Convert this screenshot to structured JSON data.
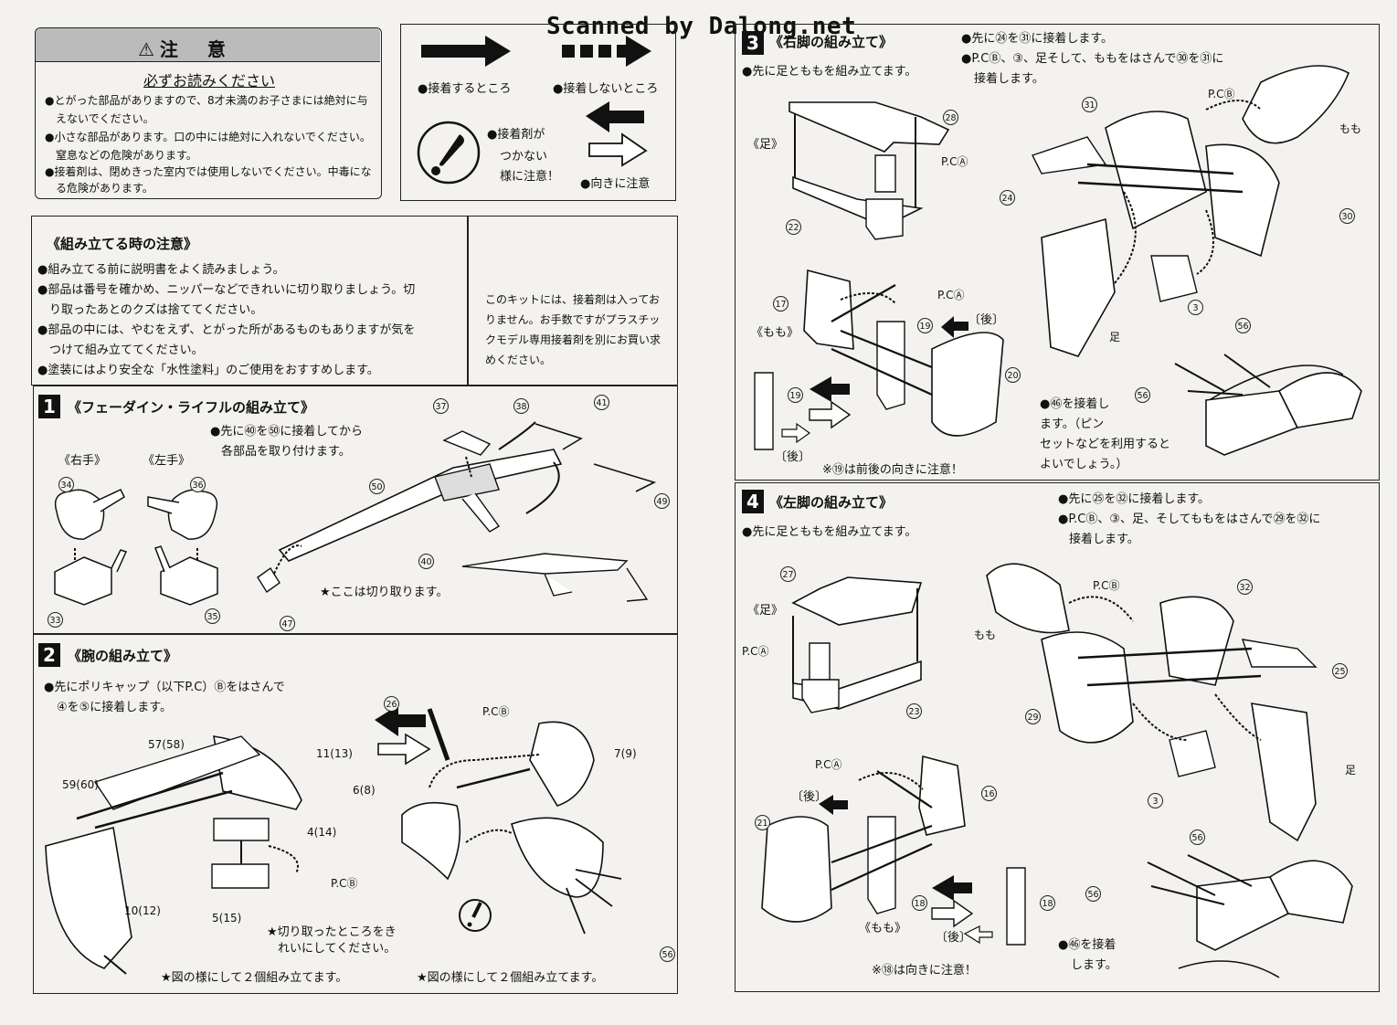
{
  "watermark": "Scanned by Dalong.net",
  "caution": {
    "title": "⚠注　意",
    "subtitle": "必ずお読みください",
    "items": [
      "●とがった部品がありますので、8才未満のお子さまには絶対に与",
      "　えないでください。",
      "●小さな部品があります。口の中には絶対に入れないでください。",
      "　窒息などの危険があります。",
      "●接着剤は、閉めきった室内では使用しないでください。中毒にな",
      "　る危険があります。"
    ]
  },
  "legend": {
    "glue": "●接着するところ",
    "no_glue": "●接着しないところ",
    "warn_lines": [
      "●接着剤が",
      "つかない",
      "様に注意！"
    ],
    "direction": "●向きに注意"
  },
  "notes": {
    "title": "《組み立てる時の注意》",
    "items": [
      "●組み立てる前に説明書をよく読みましょう。",
      "●部品は番号を確かめ、ニッパーなどできれいに切り取りましょう。切",
      "　り取ったあとのクズは捨ててください。",
      "●部品の中には、やむをえず、とがった所があるものもありますが気を",
      "　つけて組み立ててください。",
      "●塗装にはより安全な「水性塗料」のご使用をおすすめします。"
    ],
    "side": [
      "このキットには、接着剤は入ってお",
      "りません。お手数ですがプラスチッ",
      "クモデル専用接着剤を別にお買い求",
      "めください。"
    ]
  },
  "step1": {
    "num": "1",
    "title": "《フェーダイン・ライフルの組み立て》",
    "text": [
      "●先に㊵を㊿に接着してから",
      "各部品を取り付けます。"
    ],
    "right_hand": "《右手》",
    "left_hand": "《左手》",
    "cut_note": "★ここは切り取ります。",
    "parts": [
      "37",
      "38",
      "41",
      "50",
      "49",
      "40",
      "47",
      "34",
      "36",
      "33",
      "35"
    ]
  },
  "step2": {
    "num": "2",
    "title": "《腕の組み立て》",
    "text": [
      "●先にポリキャップ（以下P.C）Ⓑをはさんで",
      "④を⑤に接着します。"
    ],
    "cut_note": [
      "★切り取ったところをき",
      "れいにしてください。"
    ],
    "make_two_a": "★図の様にして２個組み立てます。",
    "make_two_b": "★図の様にして２個組み立てます。",
    "pc_b": "P.CⒷ",
    "labels": [
      "57(58)",
      "59(60)",
      "11(13)",
      "4(14)",
      "5(15)",
      "10(12)",
      "6(8)",
      "7(9)",
      "26",
      "56"
    ]
  },
  "step3": {
    "num": "3",
    "title": "《右脚の組み立て》",
    "text": "●先に足とももを組み立てます。",
    "top_text": [
      "●先に㉔を㉛に接着します。",
      "●P.CⒷ、③、足そして、ももをはさんで㉚を㉛に",
      "接着します。"
    ],
    "foot": "《足》",
    "thigh": "《もも》",
    "back": "〔後〕",
    "note56": [
      "●㊻を接着し",
      "ます。（ピン",
      "セットなどを利用すると",
      "よいでしょう。）"
    ],
    "dir_note": "※⑲は前後の向きに注意！",
    "thigh_label": "もも",
    "foot_label": "足",
    "pc_a": "P.CⒶ",
    "pc_b": "P.CⒷ"
  },
  "step4": {
    "num": "4",
    "title": "《左脚の組み立て》",
    "text": "●先に足とももを組み立てます。",
    "top_text": [
      "●先に㉕を㉜に接着します。",
      "●P.CⒷ、③、足、そしてももをはさんで㉙を㉜に",
      "接着します。"
    ],
    "foot": "《足》",
    "thigh": "《もも》",
    "back": "〔後〕",
    "note56": [
      "●㊻を接着",
      "します。"
    ],
    "dir_note": "※⑱は向きに注意！",
    "thigh_label": "もも",
    "foot_label": "足",
    "pc_a": "P.CⒶ",
    "pc_b": "P.CⒷ"
  }
}
